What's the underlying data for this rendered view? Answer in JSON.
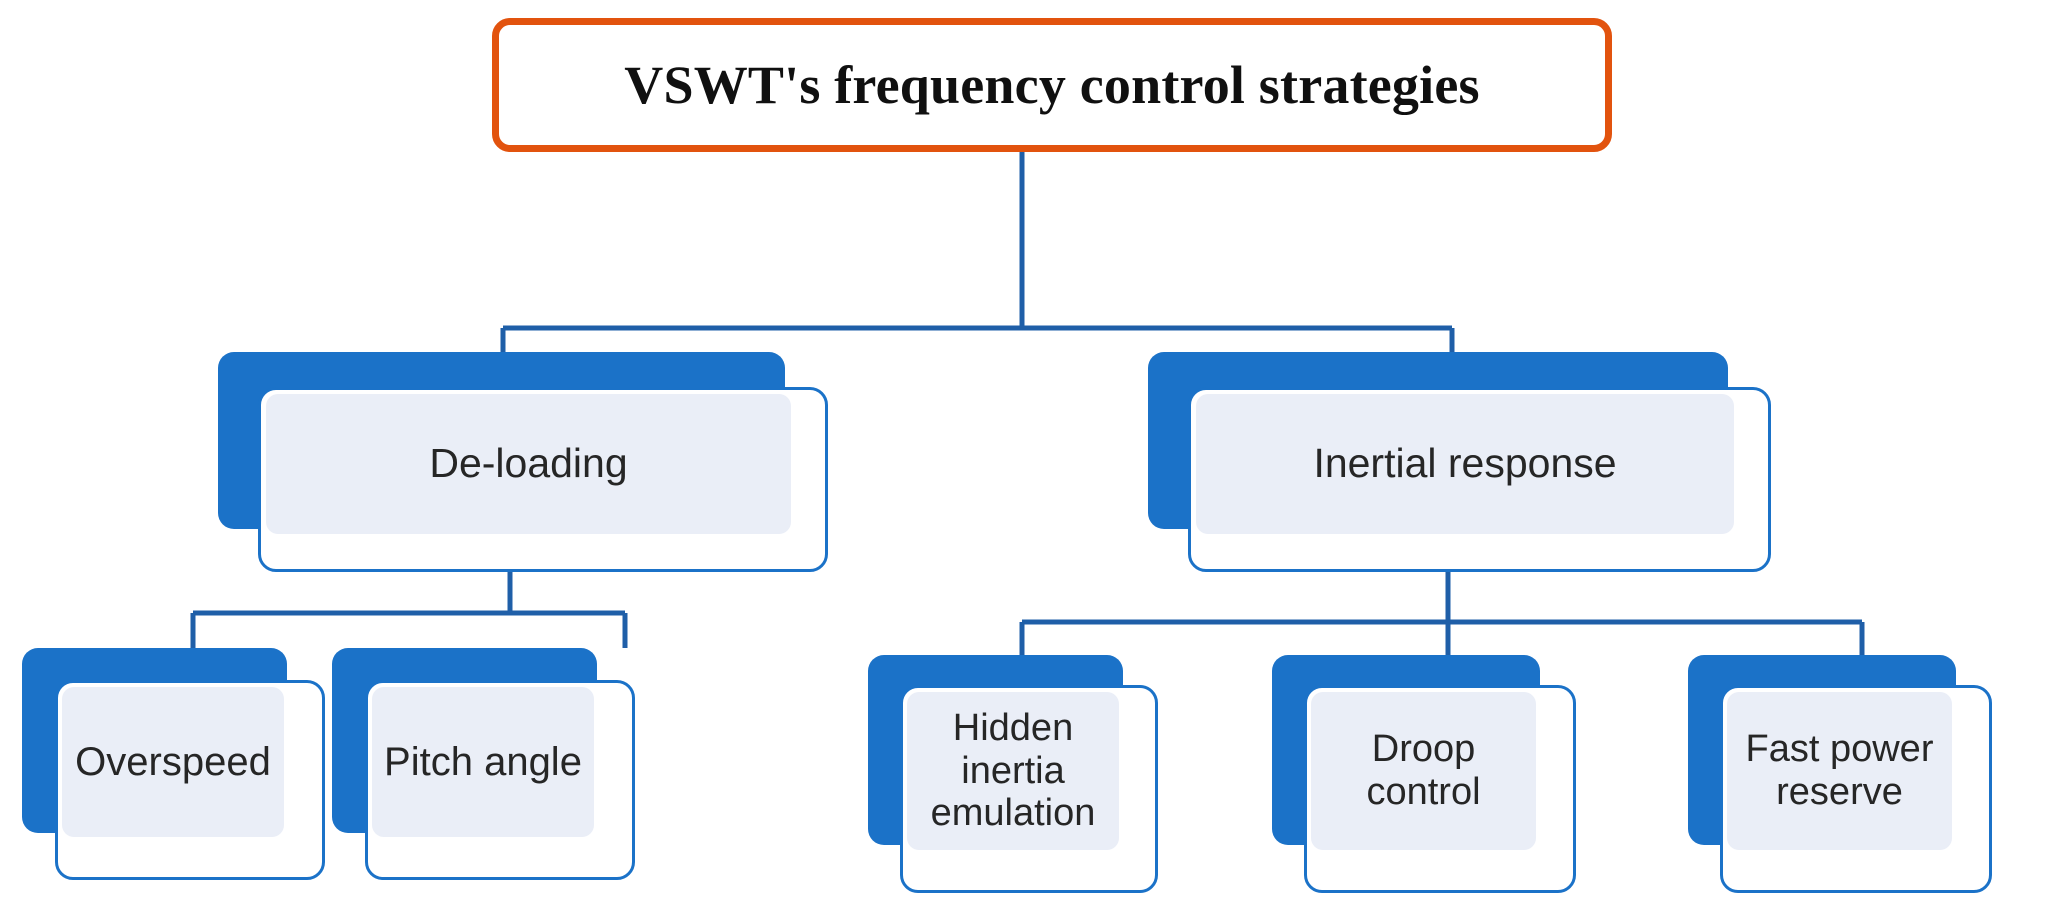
{
  "diagram": {
    "type": "tree",
    "title": "VSWT's frequency control strategies",
    "orientation": "top-down",
    "colors": {
      "root_border": "#E2530E",
      "root_fill": "#FFFFFF",
      "node_shadow_blue": "#1B72C8",
      "node_outline_blue": "#1B72C8",
      "node_inner_fill": "#EAEEF7",
      "connector": "#1F5FA8",
      "text": "#262626"
    },
    "root": {
      "label": "VSWT's frequency control strategies"
    },
    "branches": [
      {
        "label": "De-loading",
        "children": [
          {
            "label": "Overspeed"
          },
          {
            "label": "Pitch angle"
          }
        ]
      },
      {
        "label": "Inertial response",
        "children": [
          {
            "label": "Hidden inertia emulation"
          },
          {
            "label": "Droop control"
          },
          {
            "label": "Fast power reserve"
          }
        ]
      }
    ]
  }
}
